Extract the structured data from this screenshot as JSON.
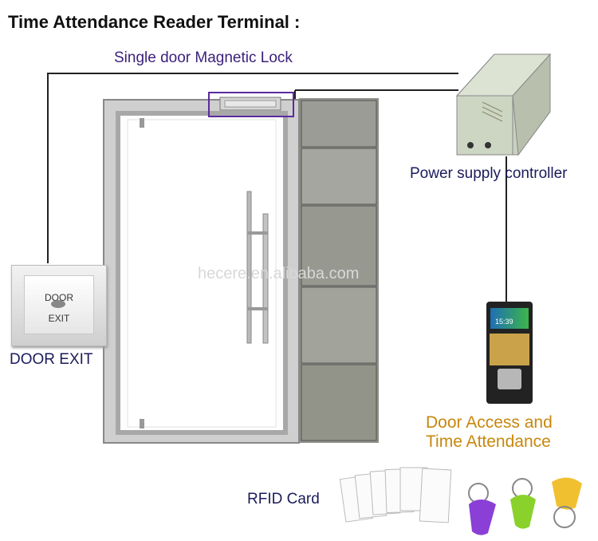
{
  "title": "Time Attendance Reader Terminal :",
  "labels": {
    "magnetic_lock": "Single door Magnetic Lock",
    "power_supply": "Power supply controller",
    "door_exit": "DOOR EXIT",
    "door_access_line1": "Door Access and",
    "door_access_line2": "Time Attendance",
    "rfid_card": "RFID Card"
  },
  "watermark": "hecere.en.alibaba.com",
  "exit_button": {
    "line1": "DOOR",
    "line2": "EXIT"
  },
  "reader": {
    "time": "15:39"
  },
  "colors": {
    "title": "#111111",
    "callout_purple": "#3a1f7a",
    "callout_dark_blue": "#1b1b5c",
    "callout_orange": "#c8870d",
    "lock_highlight": "#5b2aa0",
    "keyfob_purple": "#8a3fd6",
    "keyfob_green": "#8ad12b",
    "keyfob_yellow": "#f0c030"
  }
}
